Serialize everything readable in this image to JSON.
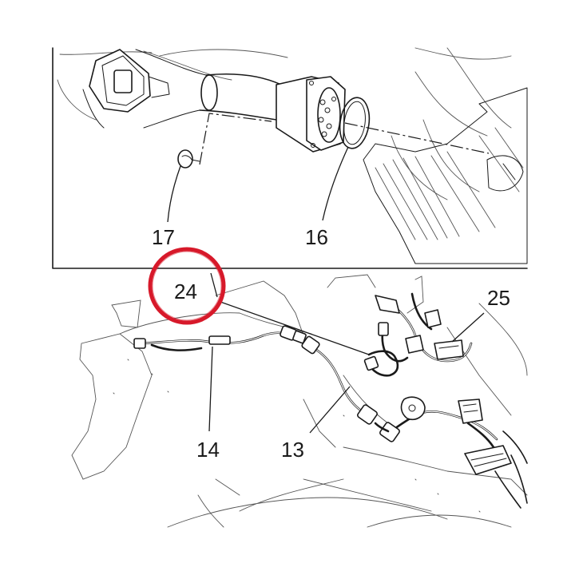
{
  "callouts": {
    "c17": "17",
    "c16": "16",
    "c24": "24",
    "c25": "25",
    "c14": "14",
    "c13": "13"
  },
  "highlight_color": "#d7192a",
  "line_color": "#1a1a1a"
}
